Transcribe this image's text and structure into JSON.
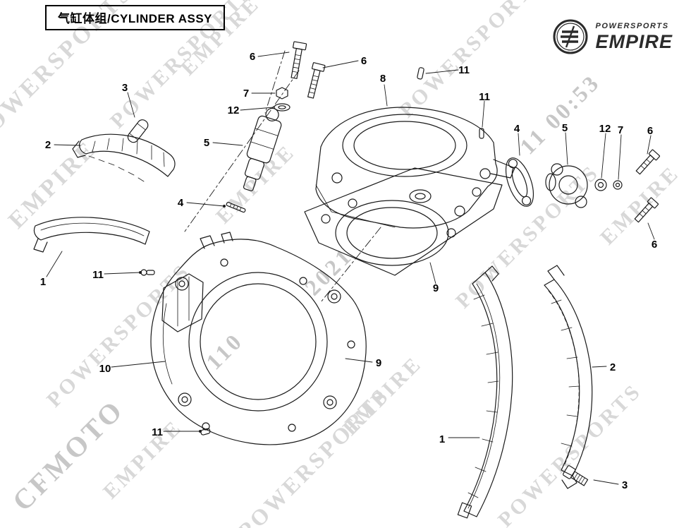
{
  "page": {
    "title": "气缸体组/CYLINDER ASSY"
  },
  "logo": {
    "top": "POWERSPORTS",
    "bottom": "EMPIRE"
  },
  "watermarks": [
    "POWERSPORTS",
    "EMPIRE",
    "POWERSPORTS",
    "EMPIRE",
    "POWERSPORTS",
    "11 00:53",
    "EMPIRE",
    "POWERSPORTS",
    "2021",
    "110",
    "POWERSPORTS",
    "EMPIRE",
    "CFMOTO",
    "POWERSPORTS",
    "EMPIRE",
    "POWERSPORTS",
    "EMPIRE"
  ],
  "callouts": [
    "6",
    "6",
    "8",
    "11",
    "7",
    "12",
    "11",
    "3",
    "2",
    "5",
    "4",
    "5",
    "12",
    "7",
    "6",
    "6",
    "4",
    "1",
    "11",
    "9",
    "10",
    "9",
    "11",
    "2",
    "1",
    "3"
  ],
  "colors": {
    "line": "#1a1a1a",
    "watermark": "#d8d8d8",
    "logo": "#2b2b2b",
    "background": "#ffffff"
  }
}
